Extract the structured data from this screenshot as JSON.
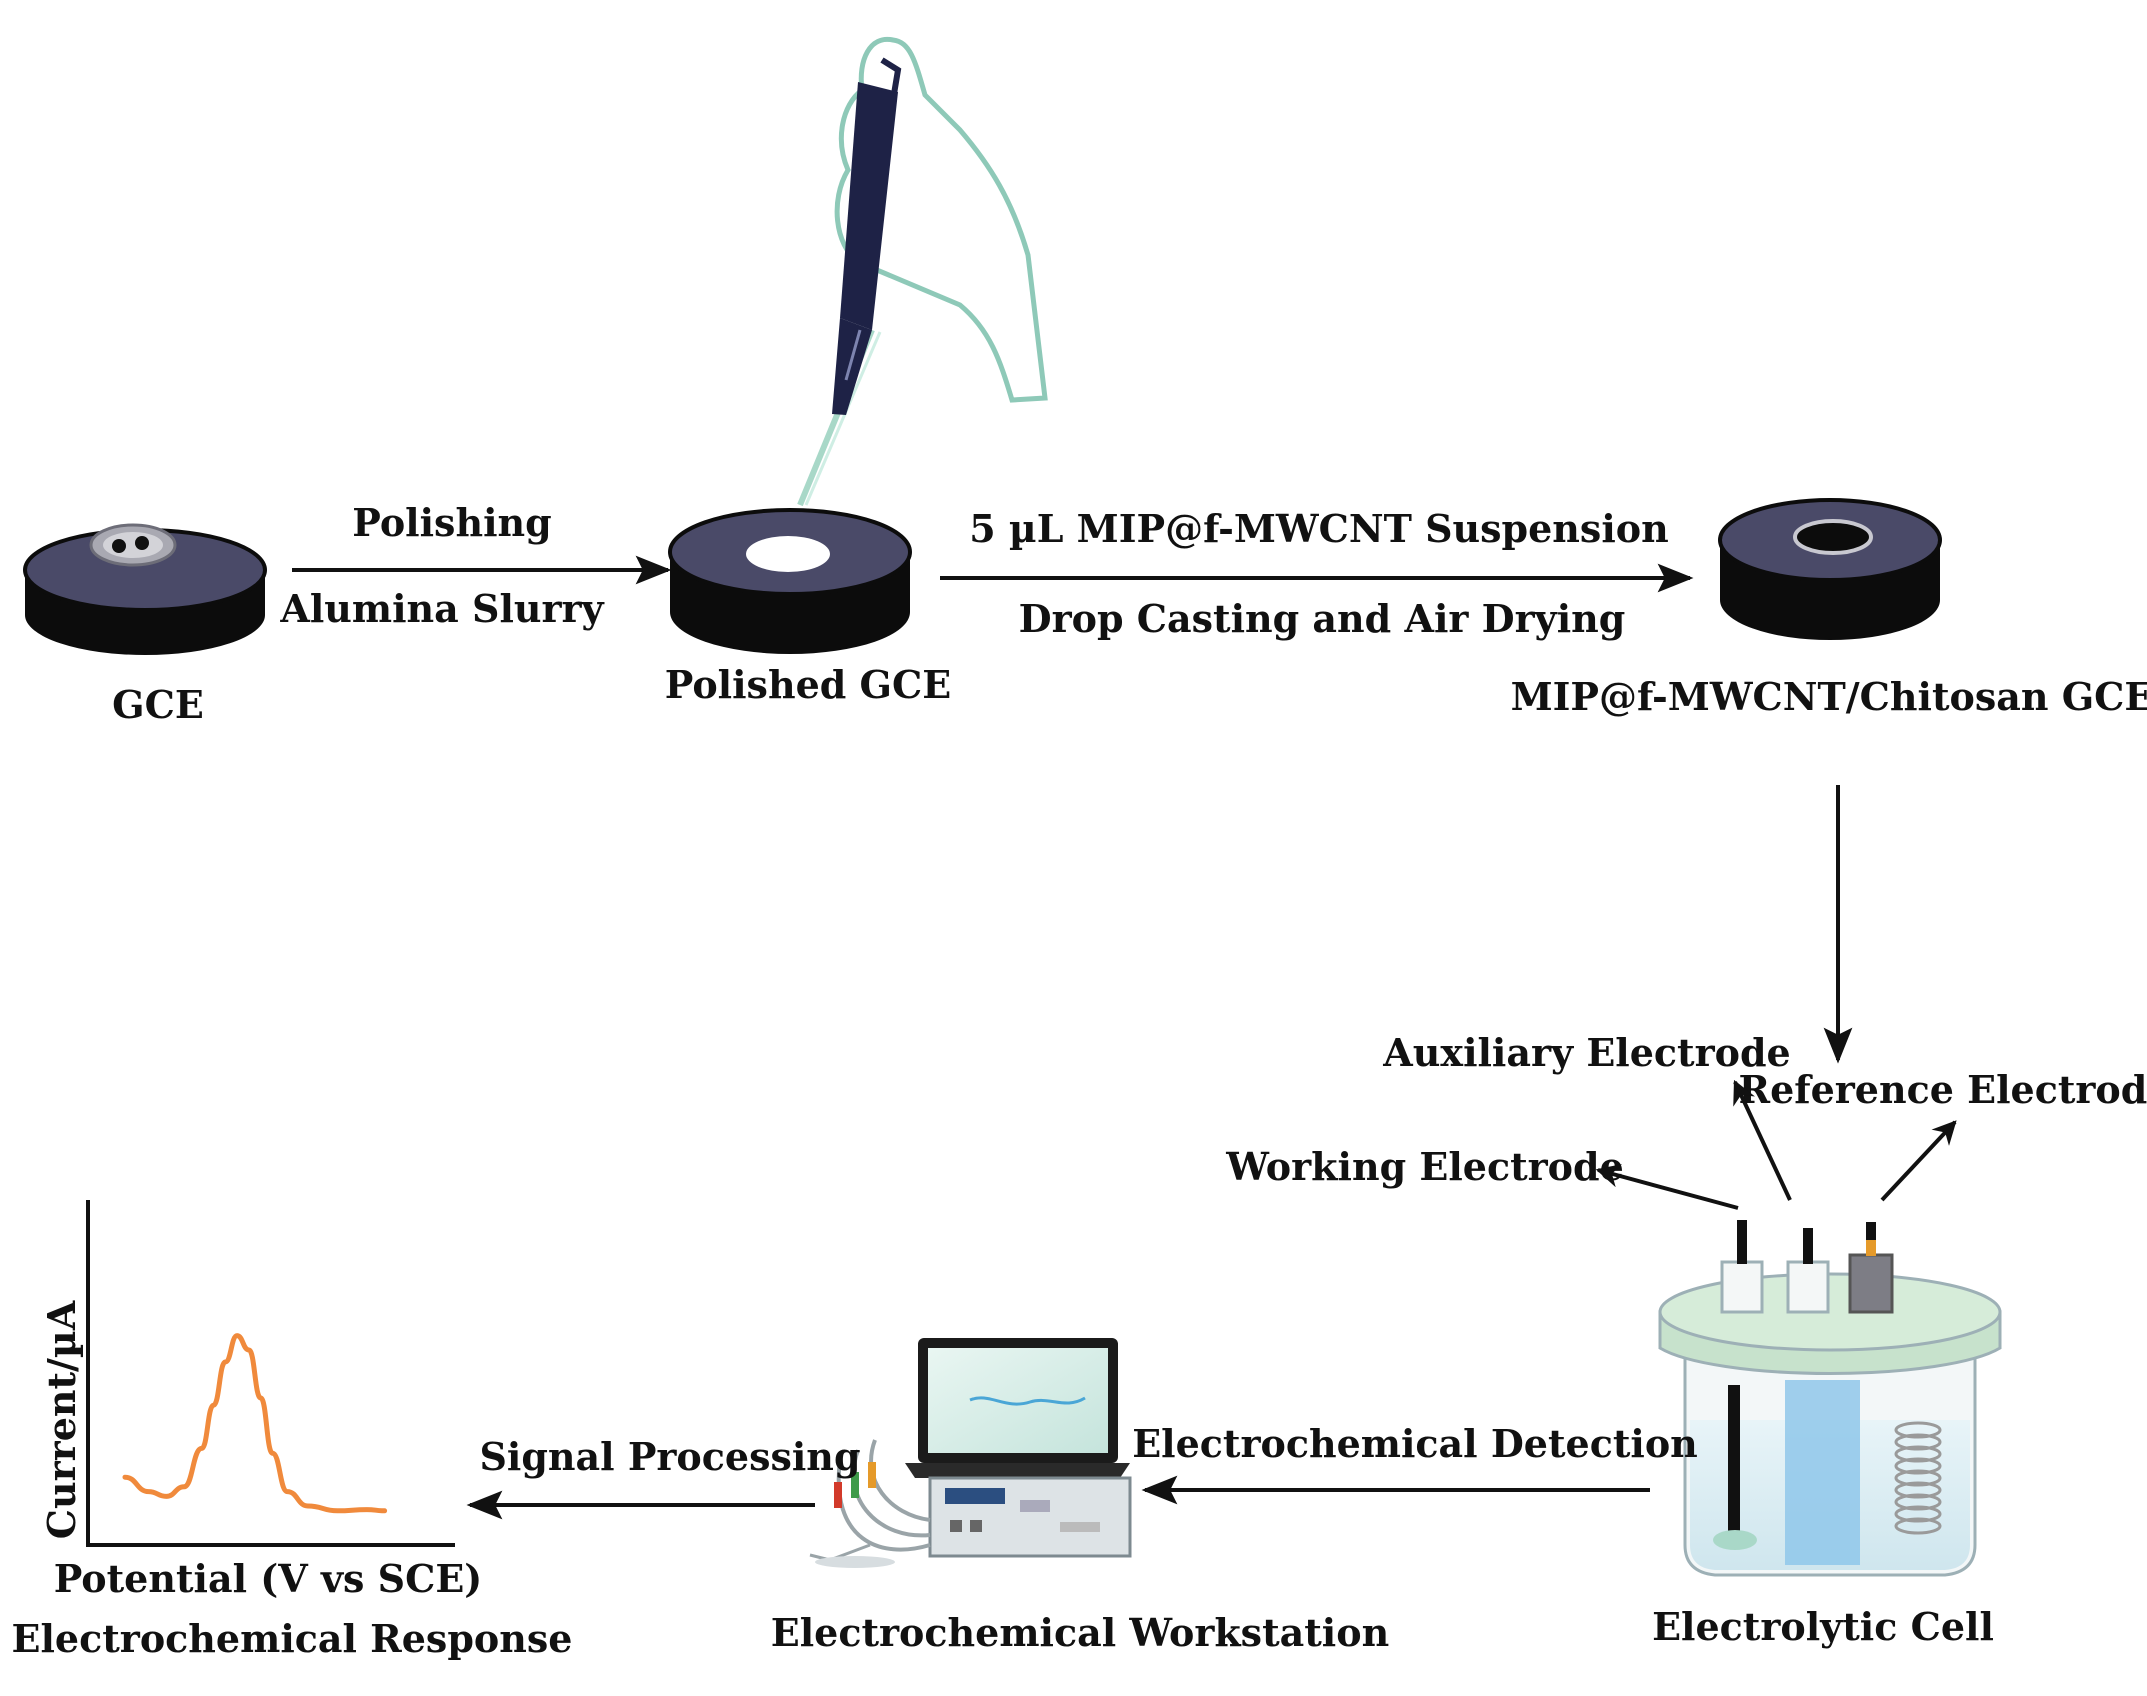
{
  "colors": {
    "ink": "#111111",
    "disk_top": "#4a4a68",
    "disk_side": "#0c0c0c",
    "glove_stroke": "#8ec9b8",
    "pipette": "#1e2246",
    "curve": "#f08a3c",
    "cell_lid": "#d6ecd9",
    "solution": "#8fc7ea"
  },
  "icons": {
    "gce": "electrode-disk-icon",
    "polished_gce": "polished-electrode-disk-icon",
    "modified_gce": "modified-electrode-disk-icon",
    "pipette": "gloved-hand-pipette-icon",
    "cell": "electrolytic-cell-icon",
    "workstation": "electrochemical-workstation-icon"
  },
  "labels": {
    "gce": "GCE",
    "polishing": "Polishing",
    "alumina_slurry": "Alumina Slurry",
    "polished_gce": "Polished GCE",
    "suspension": "5 µL MIP@f-MWCNT Suspension",
    "drop_casting": "Drop Casting and Air Drying",
    "modified_gce": "MIP@f-MWCNT/Chitosan GCE",
    "auxiliary_electrode": "Auxiliary Electrode",
    "reference_electrode": "Reference Electrode",
    "working_electrode": "Working Electrode",
    "electrolytic_cell": "Electrolytic Cell",
    "electrochemical_detection": "Electrochemical Detection",
    "electrochemical_workstation": "Electrochemical Workstation",
    "signal_processing": "Signal Processing",
    "electrochemical_response": "Electrochemical Response"
  },
  "plot": {
    "xlabel": "Potential (V vs SCE)",
    "ylabel": "Current/µA",
    "xlim": [
      0,
      1
    ],
    "ylim": [
      0,
      1
    ],
    "curve": [
      [
        0.0,
        0.22
      ],
      [
        0.08,
        0.16
      ],
      [
        0.14,
        0.14
      ],
      [
        0.2,
        0.18
      ],
      [
        0.26,
        0.34
      ],
      [
        0.3,
        0.52
      ],
      [
        0.34,
        0.7
      ],
      [
        0.38,
        0.81
      ],
      [
        0.42,
        0.75
      ],
      [
        0.46,
        0.55
      ],
      [
        0.5,
        0.32
      ],
      [
        0.55,
        0.16
      ],
      [
        0.62,
        0.1
      ],
      [
        0.72,
        0.08
      ],
      [
        0.82,
        0.085
      ],
      [
        0.88,
        0.08
      ]
    ]
  }
}
